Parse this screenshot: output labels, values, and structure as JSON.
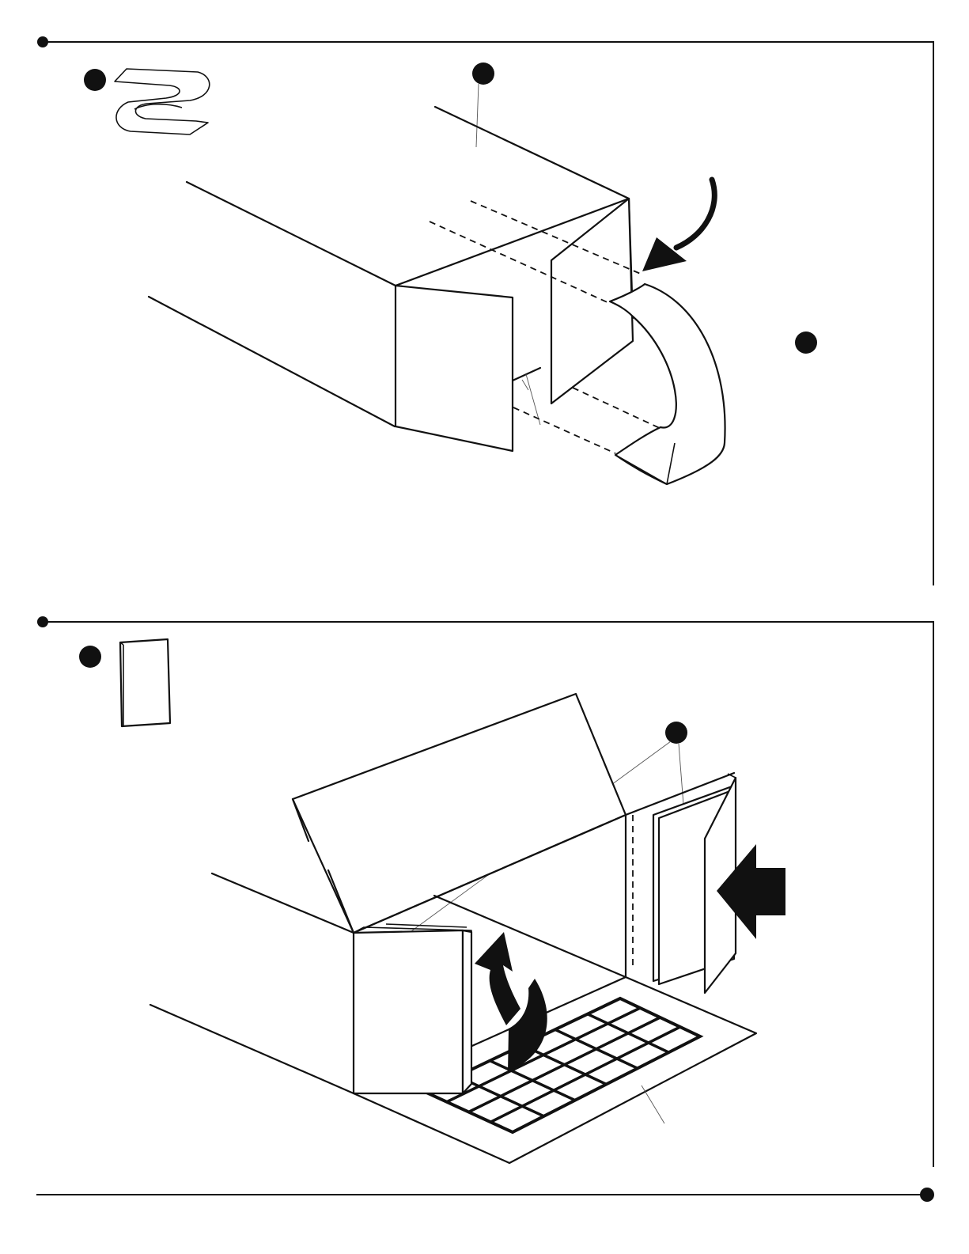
{
  "page": {
    "background": "#ffffff",
    "ink": "#111111"
  },
  "steps": [
    {
      "id": "step-1",
      "parts": [
        "tape-roll",
        "duct-box",
        "end-flap"
      ],
      "callouts": [
        "callout-tape",
        "callout-duct",
        "callout-flap"
      ]
    },
    {
      "id": "step-2",
      "parts": [
        "filter-panel",
        "open-box",
        "grille",
        "filter-slot"
      ],
      "callouts": [
        "callout-filter-part",
        "callout-filter-install"
      ]
    }
  ],
  "icons": [
    "tape-icon",
    "filter-panel-icon",
    "curved-arrow-icon",
    "push-arrow-icon",
    "flip-arrow-icon"
  ]
}
